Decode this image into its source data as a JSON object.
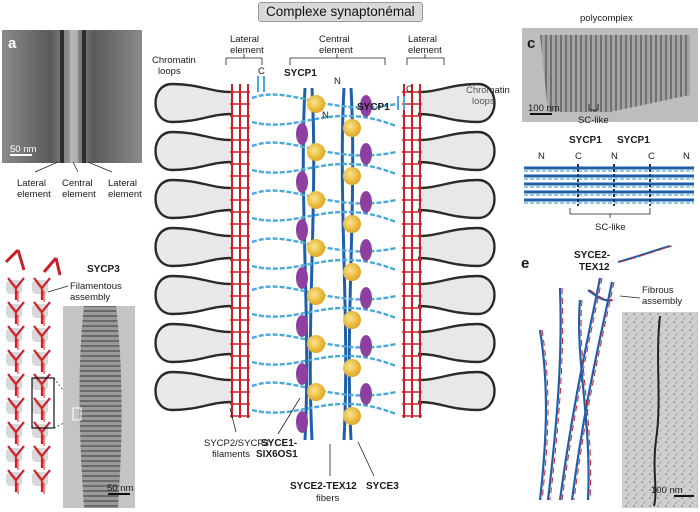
{
  "title": "Complexe synaptonémal",
  "panel_a": {
    "letter": "a",
    "scale": "50 nm",
    "labels": {
      "lateral_left": [
        "Lateral",
        "element"
      ],
      "central": [
        "Central",
        "element"
      ],
      "lateral_right": [
        "Lateral",
        "element"
      ]
    }
  },
  "panel_b": {
    "protein": "SYCP3",
    "assembly": [
      "Filamentous",
      "assembly"
    ],
    "scale": "50 nm"
  },
  "panel_main": {
    "chromatin_left": [
      "Chromatin",
      "loops"
    ],
    "chromatin_right": [
      "Chromatin",
      "loops"
    ],
    "lateral_left": [
      "Lateral",
      "element"
    ],
    "central": [
      "Central",
      "element"
    ],
    "lateral_right": [
      "Lateral",
      "element"
    ],
    "sycp1_left": "SYCP1",
    "sycp1_right": "SYCP1",
    "term_c": "C",
    "term_n": "N",
    "sycp2_sycp3": [
      "SYCP2/SYCP3",
      "filaments"
    ],
    "syce1_six6os1": [
      "SYCE1-",
      "SIX6OS1"
    ],
    "syce2_tex12": [
      "SYCE2-TEX12",
      "fibers"
    ],
    "syce3": "SYCE3"
  },
  "panel_c": {
    "letter": "c",
    "title": "polycomplex",
    "scale": "100 nm",
    "sc_like": "SC-like"
  },
  "panel_d": {
    "sycp1_a": "SYCP1",
    "sycp1_b": "SYCP1",
    "termini": [
      "N",
      "C",
      "N",
      "C",
      "N"
    ],
    "sc_like": "SC-like"
  },
  "panel_e": {
    "letter": "e",
    "protein": [
      "SYCE2-",
      "TEX12"
    ],
    "assembly": [
      "Fibrous",
      "assembly"
    ],
    "scale": "100 nm"
  },
  "colors": {
    "lateral_red": "#c8202a",
    "sycp1_blue": "#4aa9d8",
    "fiber_blue": "#1f5fa8",
    "globule_yellow": "#f0c030",
    "syce3_purple": "#8e3fa0",
    "loop_dark": "#2a2a2a"
  }
}
